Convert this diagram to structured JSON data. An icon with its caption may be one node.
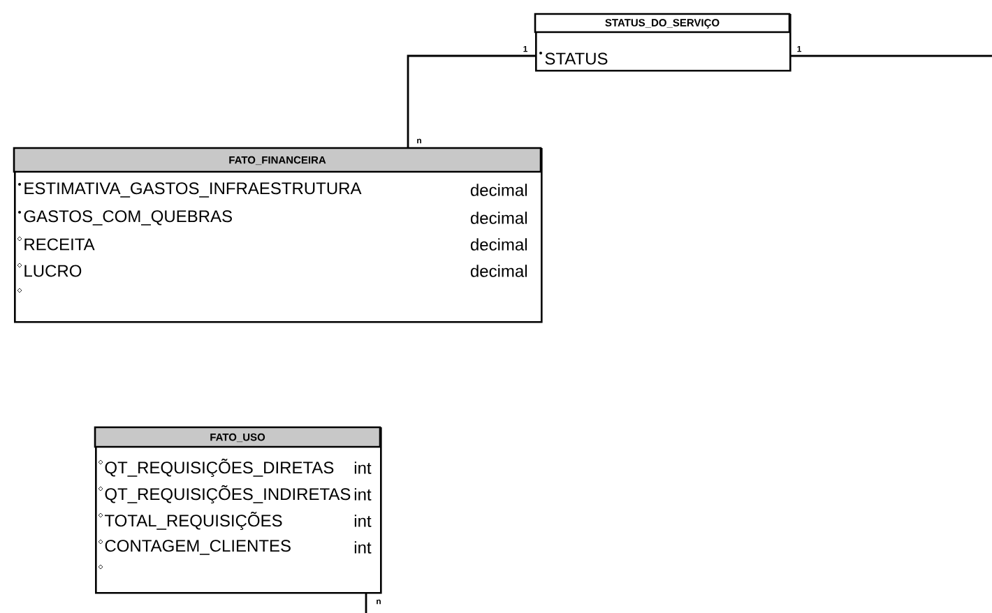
{
  "diagram": {
    "nodes": [
      {
        "text": [
          "STATUS_DO_SERVIÇO",
          "STATUS"
        ]
      },
      {
        "text": [
          "FATO_FINANCEIRA",
          "ESTIMATIVA_GASTOS_INFRAESTRUTURA",
          "decimal",
          "GASTOS_COM_QUEBRAS",
          "decimal",
          "RECEITA",
          "decimal",
          "LUCRO",
          "decimal"
        ]
      },
      {
        "text": [
          "FATO_USO",
          "QT_REQUISIÇÕES_DIRETAS",
          "int",
          "QT_REQUISIÇÕES_INDIRETAS",
          "int",
          "TOTAL_REQUISIÇÕES",
          "int",
          "CONTAGEM_CLIENTES",
          "int"
        ]
      }
    ],
    "edges": [
      {
        "from": 0,
        "to": 1,
        "arrow": "none"
      },
      {
        "from": 0,
        "to": null,
        "arrow": "none"
      },
      {
        "from": 2,
        "to": null,
        "arrow": "none"
      }
    ],
    "labels": [
      "1",
      "1",
      "n",
      "n"
    ]
  }
}
